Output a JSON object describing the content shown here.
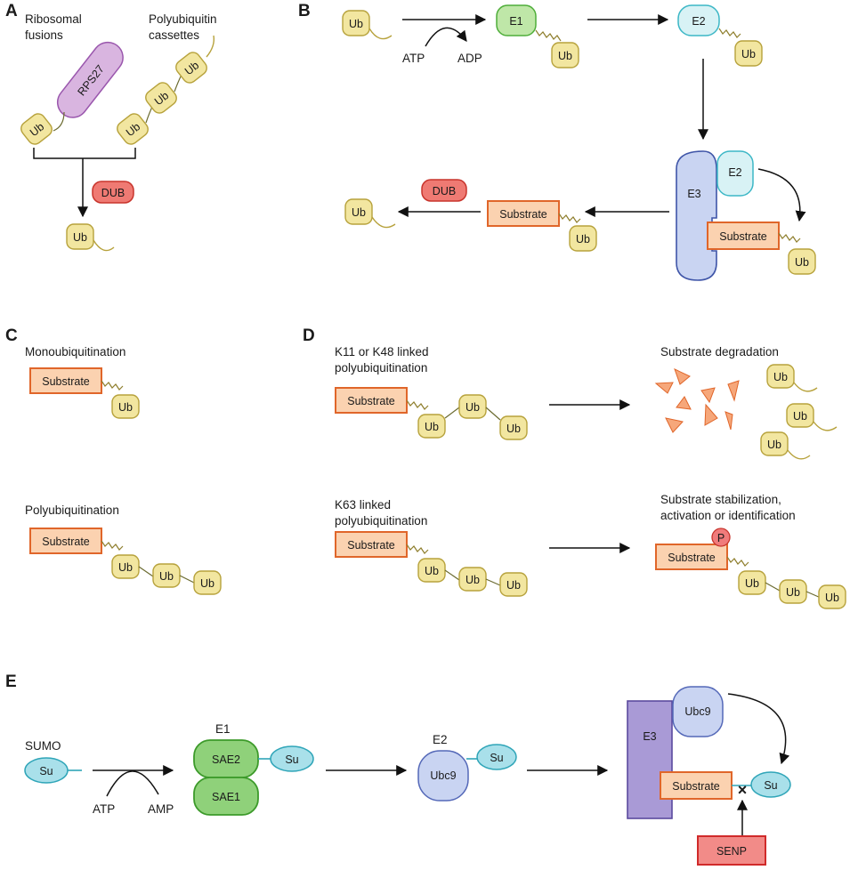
{
  "panels": {
    "a": {
      "letter": "A",
      "ribosomal_line1": "Ribosomal",
      "ribosomal_line2": "fusions",
      "poly_line1": "Polyubiquitin",
      "poly_line2": "cassettes",
      "rps": "RPS27",
      "ub": "Ub",
      "dub": "DUB"
    },
    "b": {
      "letter": "B",
      "ub": "Ub",
      "e1": "E1",
      "e2": "E2",
      "e3": "E3",
      "atp": "ATP",
      "adp": "ADP",
      "substrate": "Substrate",
      "dub": "DUB"
    },
    "c": {
      "letter": "C",
      "mono": "Monoubiquitination",
      "poly": "Polyubiquitination",
      "substrate": "Substrate",
      "ub": "Ub"
    },
    "d": {
      "letter": "D",
      "k48_line1": "K11 or K48 linked",
      "k48_line2": "polyubiquitination",
      "k63_line1": "K63 linked",
      "k63_line2": "polyubiquitination",
      "degradation": "Substrate degradation",
      "stab_line1": "Substrate stabilization,",
      "stab_line2": "activation or identification",
      "substrate": "Substrate",
      "ub": "Ub",
      "p": "P"
    },
    "e": {
      "letter": "E",
      "sumo": "SUMO",
      "su": "Su",
      "atp": "ATP",
      "amp": "AMP",
      "e1": "E1",
      "sae2": "SAE2",
      "sae1": "SAE1",
      "e2": "E2",
      "ubc9": "Ubc9",
      "e3": "E3",
      "substrate": "Substrate",
      "senp": "SENP",
      "cross": "×"
    }
  }
}
